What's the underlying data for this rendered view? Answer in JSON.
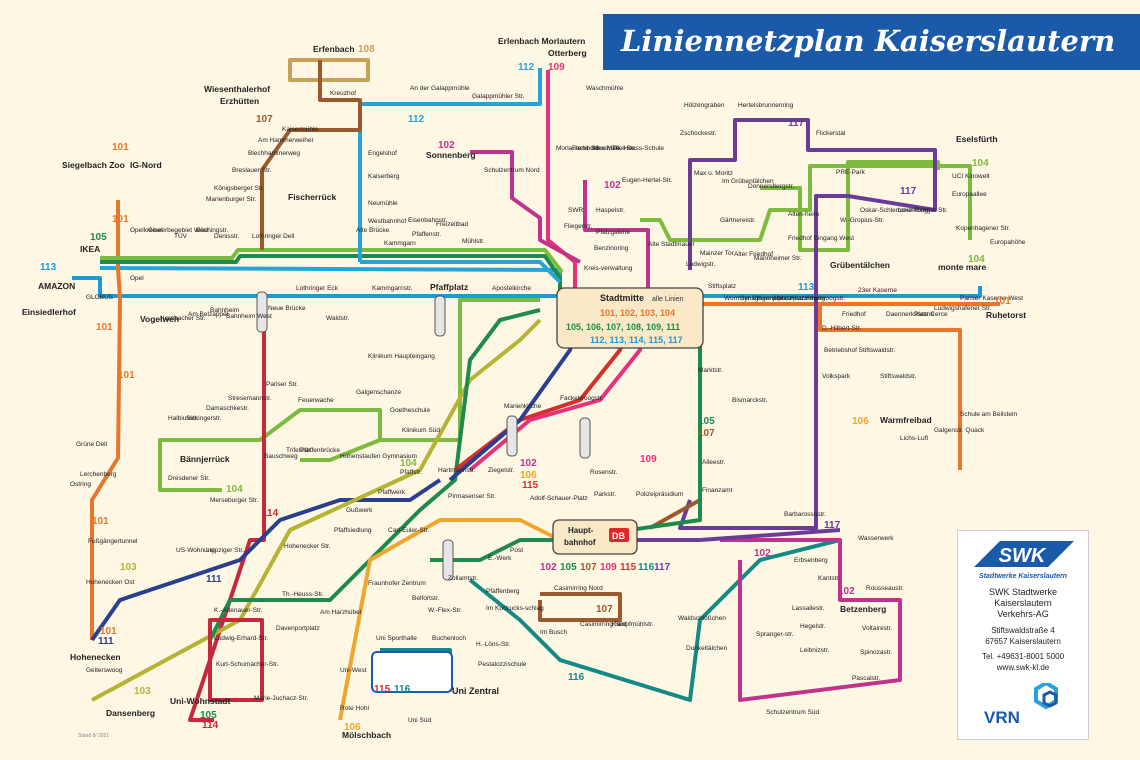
{
  "title": "Liniennetzplan Kaiserslautern",
  "colors": {
    "101": "#e8772e",
    "102": "#c0328c",
    "103": "#b6b233",
    "104": "#7cbb3e",
    "105": "#1e8a4c",
    "106": "#f2a52d",
    "107": "#9b5a2d",
    "108": "#c8a05a",
    "109": "#e5327a",
    "111": "#2a3f90",
    "112": "#24a5d8",
    "113": "#1b9ad6",
    "114": "#c8273c",
    "115": "#d42f2a",
    "116": "#138a86",
    "117": "#6a3c96",
    "brand": "#1b5aa9"
  },
  "hub_stadtmitte": {
    "name": "Stadtmitte",
    "note": "alle Linien",
    "row1": "101, 102, 103, 104",
    "row2": "105, 106, 107, 108, 109, 111",
    "row3": "112, 113, 114, 115, 117"
  },
  "hub_hauptbahnhof": {
    "name": "Haupt-\nbahnhof",
    "db": "DB"
  },
  "zentral": {
    "name": "Uni Zentral"
  },
  "line_labels": {
    "l101a": "101",
    "l101b": "101",
    "l101c": "101",
    "l101d": "101",
    "l101e": "101",
    "l101f": "101",
    "l101g": "101",
    "l102a": "102",
    "l102b": "102",
    "l102c": "102",
    "l102d": "102",
    "l103a": "103",
    "l103b": "103",
    "l104a": "104",
    "l104b": "104",
    "l104c": "104",
    "l104d": "104",
    "l105a": "105",
    "l105b": "105",
    "l105c": "105",
    "l106a": "106",
    "l106b": "106",
    "l107a": "107",
    "l107b": "107",
    "l107c": "107",
    "l108": "108",
    "l109a": "109",
    "l109b": "109",
    "l111a": "111",
    "l111b": "111",
    "l112a": "112",
    "l112b": "112",
    "l113a": "113",
    "l113b": "113",
    "l114a": "114",
    "l114b": "114",
    "l115a": "115",
    "l115b": "115",
    "l116a": "116",
    "l116b": "116",
    "l117a": "117",
    "l117b": "117",
    "l117c": "117",
    "l117d": "117",
    "l116c": "116",
    "l115c": "115",
    "l109c": "109",
    "l107d": "107",
    "l105d": "105",
    "l102e": "102",
    "l106c": "106",
    "l102f": "102"
  },
  "stops": [
    "Erfenbach",
    "Kreuzhof",
    "Wiesenthalerhof",
    "Erzhütten",
    "Kaisermühle",
    "Am Hammerweiher",
    "Blechhammerweg",
    "Breslauer Str.",
    "Fischerrück",
    "Königsberger Str.",
    "Marienburger Str.",
    "Siegelbach Zoo",
    "IG-Nord",
    "Opelkreisel",
    "Gewerbegebiet West",
    "TÜV",
    "Büchingstr.",
    "Denisstr.",
    "Lothringer Dell",
    "IKEA",
    "AMAZON",
    "GLOBUS",
    "Opel",
    "Einsiedlerhof",
    "Vogelweh",
    "Hornbacher Str.",
    "Am Belzappel",
    "Bahnheim",
    "Bahnheim West",
    "Lothringer Eck",
    "Kammgarnstr.",
    "Pfaffplatz",
    "Apostelkirche",
    "Neue Brücke",
    "Waldstr.",
    "Klinikum Haupteingang",
    "Erlenbach Morlautern",
    "Otterberg",
    "Waschmühle",
    "An der Galappmühle",
    "Galappmühler Str.",
    "Sonnenberg",
    "Engelshof",
    "Kaiserberg",
    "Neumühle",
    "Westbahnhof",
    "Kammgarn",
    "Mühlstr.",
    "Alte Brücke",
    "Pfaffenstr.",
    "Eisenbahnstr.",
    "Freizeitbad",
    "Morlauterer Str.",
    "Fachhochschule",
    "Alex-Müller-Str.",
    "Th.-Heuss-Schule",
    "Schulzentrum Nord",
    "Eugen-Hertel-Str.",
    "SWR",
    "Haspelstr.",
    "Fliegerstr.",
    "Benzinoring",
    "Pfalzgalerie",
    "Kreis-verwaltung",
    "Hölzengraben",
    "Hertelsbrunnenring",
    "Zschockestr.",
    "Flickerstal",
    "Max u. Moritz",
    "Im Grübentälchen",
    "Gärtnereistr.",
    "Donnersbergstr.",
    "Alten-heim",
    "Friedhof Eingang West",
    "Grübentälchen",
    "Eselsfürth",
    "UCI Kinowelt",
    "Europaallee",
    "PRE-Park",
    "Kopenhagener Str.",
    "Europahöhe",
    "monte mare",
    "W.-Gropius-Str.",
    "Oskar-Schlemmer-Ring",
    "Luxemburger Str.",
    "Alte Stadtmauer",
    "Stiftsplatz",
    "Mainzer Tor",
    "Ludwigstr.",
    "Alter Friedhof",
    "Mannheimer Str.",
    "Messeplatz",
    "Kennelplatz",
    "Synagogenplatz",
    "Wormser Str.",
    "Akazienweg",
    "Altenwoogstr.",
    "D.-Hilbert-Str.",
    "Betriebshof Stiftswaldstr.",
    "Friedhof",
    "23er Kaserne",
    "Daennerkaserne",
    "Platz Cerce",
    "Ludwigshafener Str.",
    "Pariser Kaserne West",
    "Ruhetorst",
    "Stiftswaldstr.",
    "Warmfreibad",
    "Schule am Beilstein",
    "Volkspark",
    "Lichs-Luft",
    "Galgenstr. Quack",
    "Pariser Str.",
    "Galgenschanze",
    "Feuerwache",
    "Goetheschule",
    "Klinikum Süd",
    "Hohenstaufen Gymnasium",
    "Bännjerrück",
    "Pfaffstr.",
    "Trifelsstr.",
    "Pfaffenbrücke",
    "Bauschweg",
    "Halbiusstr.",
    "Sickingerstr.",
    "Damaschkestr.",
    "Stresemannstr.",
    "Dresdener Str.",
    "Merseburger Str.",
    "Marienkirche",
    "Fackelwoogstr.",
    "Ziegelstr.",
    "Hartmannstr.",
    "Pirmasenser Str.",
    "Adolf-Schauer-Platz",
    "Rosenstr.",
    "Parkstr.",
    "Polizeipräsidium",
    "Alleestr.",
    "Finanzamt",
    "Bismarckstr.",
    "Marktstr.",
    "Grüne Dell",
    "Lerchenberg",
    "Ostring",
    "Fußgängertunnel",
    "Gußwerk",
    "Pfaffwerk",
    "Pfaffsiedlung",
    "Carl-Euler-Str.",
    "US-Wohnung",
    "Leipziger Str.",
    "Hohenecker Str.",
    "Hohenecken Ost",
    "Hohenecken",
    "Gelterswoog",
    "Dansenberg",
    "Th.-Heuss-Str.",
    "K.-Adenauer-Str.",
    "Ludwig-Erhard-Str.",
    "Kurt-Schumacher-Str.",
    "Uni-Wohnstadt",
    "Davenportplatz",
    "Marie-Juchacz-Str.",
    "Am Harzhübel",
    "Uni-West",
    "Rote Hohl",
    "Mölschbach",
    "Uni Süd",
    "Uni Sporthalle",
    "Fraunhofer Zentrum",
    "Zollamtstr.",
    "Belfortstr.",
    "W.-Flex-Str.",
    "E.-Werk",
    "Pfaffenberg",
    "Im Kuckucks-schlag",
    "Buchenloch",
    "H.-Löns-Str.",
    "Pestalozzischule",
    "Casimirring Nord",
    "Casimirring Süd",
    "Im Busch",
    "Kampfmühlstr.",
    "Post",
    "Waldschlößchen",
    "Dunkeltälchen",
    "Barbarossastr.",
    "Erbsenberg",
    "Kantstr.",
    "Rousseaustr.",
    "Lassallestr.",
    "Betzenberg",
    "Hegelstr.",
    "Voltairestr.",
    "Spranger-str.",
    "Leibnizstr.",
    "Spinozastr.",
    "Pascalstr.",
    "Schulzentrum Süd",
    "Wasserwerk"
  ],
  "swk": {
    "logo": "SWK",
    "tag": "Stadtwerke Kaiserslautern",
    "line1": "SWK Stadtwerke",
    "line2": "Kaiserslautern",
    "line3": "Verkehrs-AG",
    "addr1": "Stiftswaldstraße 4",
    "addr2": "67657 Kaiserslautern",
    "tel": "Tel. +49631-8001 5000",
    "web": "www.swk-kl.de",
    "vrn": "VRN"
  },
  "stand": "Stand 8/ 2021"
}
